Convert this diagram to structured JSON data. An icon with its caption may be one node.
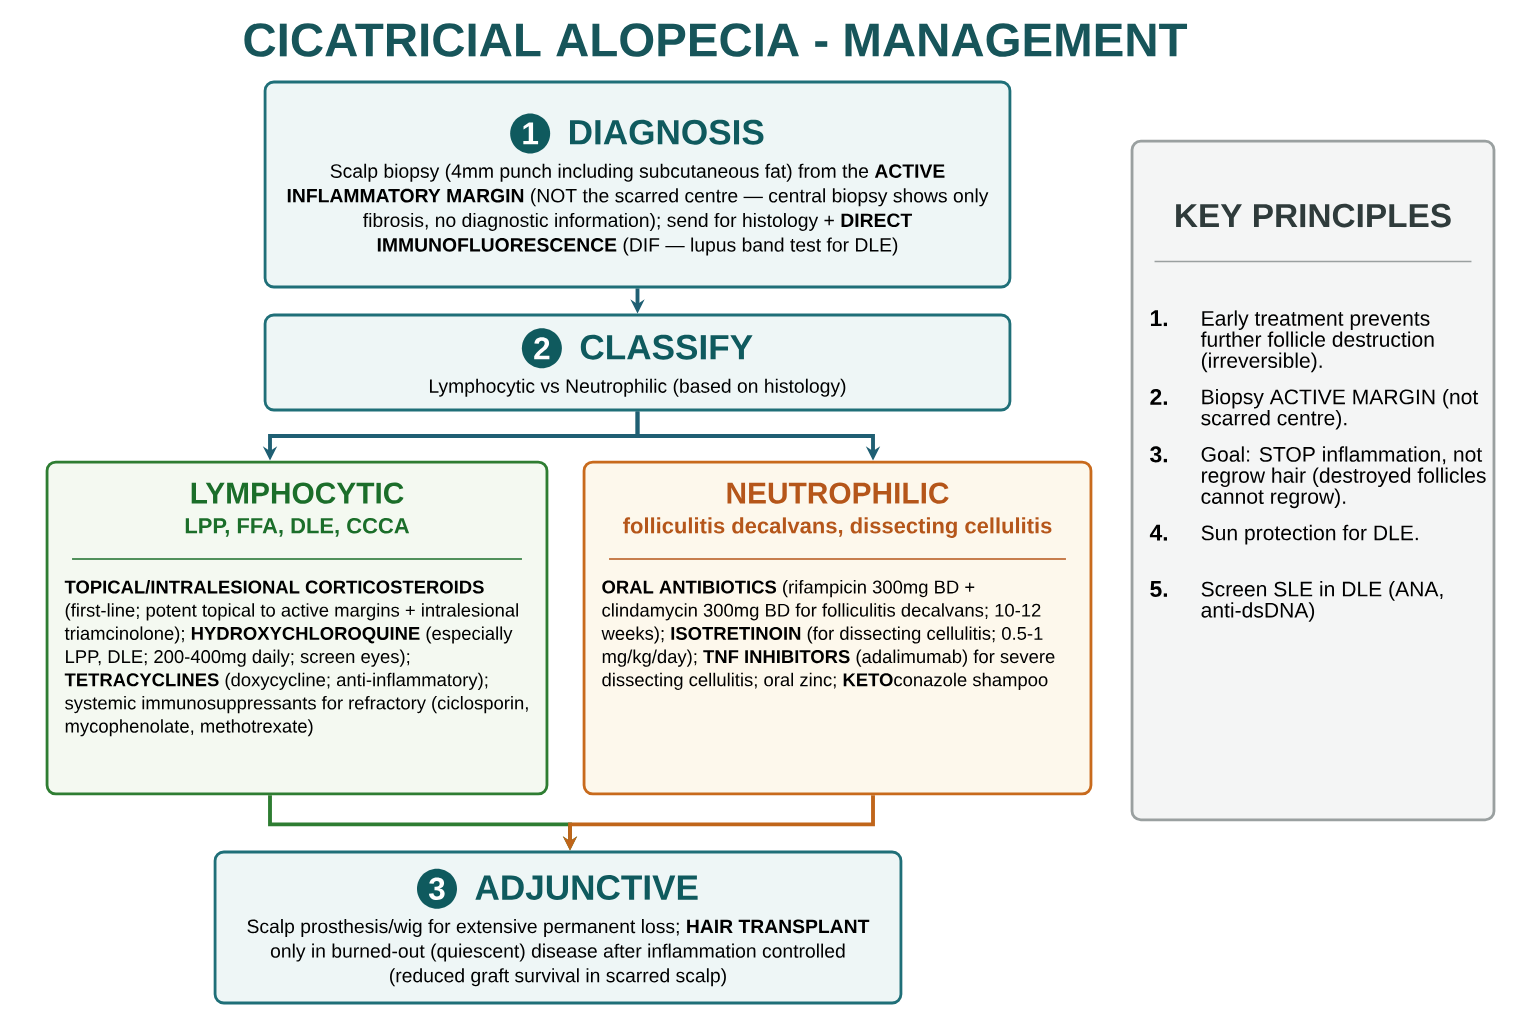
{
  "diagram": {
    "title": "CICATRICIAL ALOPECIA - MANAGEMENT",
    "nodes": [
      {
        "text": [
          "1",
          "DIAGNOSIS",
          "Scalp biopsy (4mm punch including subcutaneous fat) from the **ACTIVE INFLAMMATORY MARGIN** (NOT the scarred centre — central biopsy shows only fibrosis, no diagnostic information); send for histology + **DIRECT IMMUNOFLUORESCENCE** (DIF — lupus band test for DLE)"
        ]
      },
      {
        "text": [
          "2",
          "CLASSIFY",
          "Lymphocytic vs Neutrophilic (based on histology)"
        ]
      },
      {
        "text": [
          "LYMPHOCYTIC",
          "LPP, FFA, DLE, CCCA",
          "**TOPICAL/INTRALESIONAL CORTICOSTEROIDS** (first-line; potent topical to active margins + intralesional triamcinolone); **HYDROXYCHLOROQUINE** (especially LPP, DLE; 200-400mg daily; screen eyes); **TETRACYCLINES** (doxycycline; anti-inflammatory); systemic immunosuppressants for refractory (ciclosporin, mycophenolate, methotrexate)"
        ]
      },
      {
        "text": [
          "NEUTROPHILIC",
          "folliculitis decalvans, dissecting cellulitis",
          "**ORAL ANTIBIOTICS** (rifampicin 300mg BD + clindamycin 300mg BD for folliculitis decalvans; 10-12 weeks); **ISOTRETINOIN** (for dissecting cellulitis; 0.5-1 mg/kg/day); **TNF INHIBITORS** (adalimumab) for severe dissecting cellulitis; oral zinc; **KETO**conazole shampoo"
        ]
      },
      {
        "text": [
          "3",
          "ADJUNCTIVE",
          "Scalp prosthesis/wig for extensive permanent loss; **HAIR TRANSPLANT** only in burned-out (quiescent) disease after inflammation controlled (reduced graft survival in scarred scalp)"
        ]
      },
      {
        "text": [
          "KEY PRINCIPLES",
          "1.",
          "Early treatment prevents further follicle destruction (irreversible).",
          "2.",
          "Biopsy ACTIVE MARGIN (not scarred centre).",
          "3.",
          "Goal: STOP inflammation, not regrow hair (destroyed follicles cannot regrow).",
          "4.",
          "Sun protection for DLE.",
          "5.",
          "Screen SLE in DLE (ANA, anti-dsDNA)"
        ]
      }
    ],
    "edges": [
      {
        "from": 0,
        "to": 1,
        "arrow": "to"
      },
      {
        "from": 1,
        "to": 2,
        "arrow": "to"
      },
      {
        "from": 1,
        "to": 3,
        "arrow": "to"
      },
      {
        "from": 2,
        "to": 4,
        "arrow": "to",
        "color": "#2e7d32"
      },
      {
        "from": 3,
        "to": 4,
        "arrow": "to",
        "color": "#c0651a"
      }
    ]
  }
}
